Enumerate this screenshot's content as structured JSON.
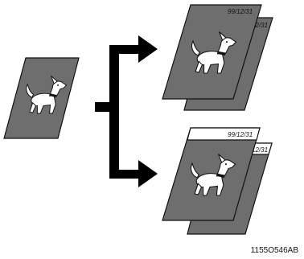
{
  "stamps": {
    "top_front": "99/12/31",
    "top_back": "12/31",
    "bottom_front": "99/12/31",
    "bottom_back": "12/31"
  },
  "figure_code": "1155O546AB",
  "colors": {
    "sheet_fill": "#6e6e6e",
    "band_fill": "#ffffff",
    "outline": "#111111",
    "arrow": "#000000",
    "dog": "#ffffff"
  },
  "icons": [
    "dog-icon",
    "arrow-icon"
  ]
}
